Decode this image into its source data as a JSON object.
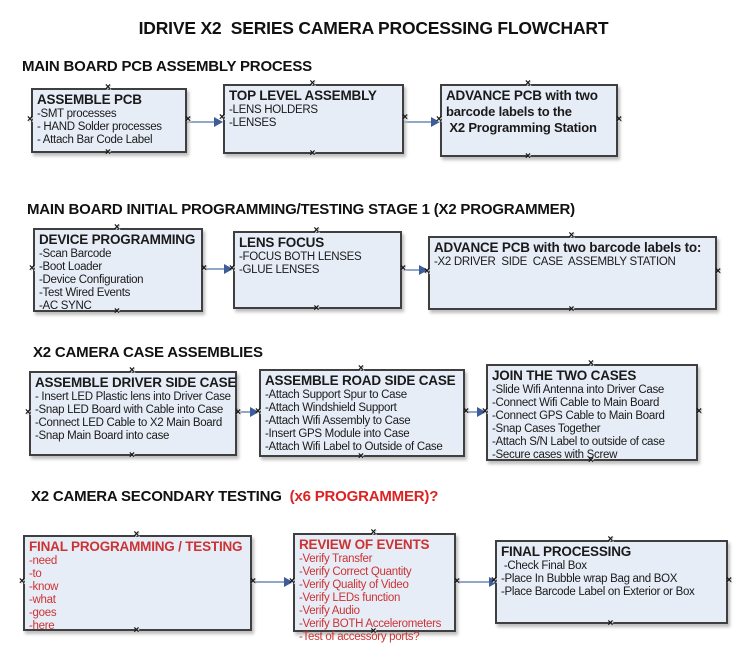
{
  "title": "IDRIVE X2  SERIES CAMERA PROCESSING FLOWCHART",
  "colors": {
    "box_fill": "#e7edf7",
    "box_border": "#3f3f3f",
    "black_text": "#1a1a1a",
    "red_text": "#cc3333",
    "heading_red": "#dd2222",
    "arrow_line": "#92a6c9",
    "arrow_head": "#3d5c98"
  },
  "icons": {
    "connection_handle": "×"
  },
  "sections": [
    {
      "heading": "MAIN BOARD PCB ASSEMBLY PROCESS",
      "boxes": [
        {
          "title": "ASSEMBLE PCB",
          "lines": [
            "-SMT processes",
            "- HAND Solder processes",
            "- Attach Bar Code Label"
          ]
        },
        {
          "title": "TOP LEVEL ASSEMBLY",
          "lines": [
            "-LENS HOLDERS",
            "-LENSES"
          ]
        },
        {
          "title": "ADVANCE PCB with two",
          "lines": [
            "barcode labels to the",
            " X2 Programming Station"
          ]
        }
      ]
    },
    {
      "heading": "MAIN BOARD INITIAL PROGRAMMING/TESTING STAGE 1 (X2 PROGRAMMER)",
      "boxes": [
        {
          "title": "DEVICE PROGRAMMING",
          "lines": [
            "-Scan Barcode",
            "-Boot Loader",
            "-Device Configuration",
            "-Test Wired Events",
            "-AC SYNC"
          ]
        },
        {
          "title": "LENS FOCUS",
          "lines": [
            "-FOCUS BOTH LENSES",
            "-GLUE LENSES"
          ]
        },
        {
          "title": "ADVANCE PCB with two barcode labels to:",
          "lines": [
            "-X2 DRIVER  SIDE  CASE  ASSEMBLY STATION"
          ]
        }
      ]
    },
    {
      "heading": "X2 CAMERA CASE ASSEMBLIES",
      "boxes": [
        {
          "title": "ASSEMBLE DRIVER SIDE CASE",
          "lines": [
            "- Insert LED Plastic lens into Driver Case",
            "-Snap LED Board with Cable into Case",
            "-Connect LED Cable to X2 Main Board",
            "-Snap Main Board into case"
          ]
        },
        {
          "title": "ASSEMBLE ROAD SIDE CASE",
          "lines": [
            "-Attach Support Spur to Case",
            "-Attach Windshield Support",
            "-Attach Wifi Assembly to Case",
            "-Insert GPS Module into Case",
            "-Attach Wifi Label to Outside of Case"
          ]
        },
        {
          "title": "JOIN THE TWO CASES",
          "lines": [
            "-Slide Wifi Antenna into Driver Case",
            "-Connect Wifi Cable to Main Board",
            "-Connect GPS Cable to Main Board",
            "-Snap Cases Together",
            "-Attach S/N Label to outside of case",
            "-Secure cases with Screw"
          ]
        }
      ]
    },
    {
      "heading_black": "X2 CAMERA SECONDARY TESTING ",
      "heading_red": " (x6 PROGRAMMER)?",
      "boxes": [
        {
          "title": "FINAL PROGRAMMING / TESTING",
          "lines": [
            "-need",
            "-to",
            "-know",
            "-what",
            "-goes",
            "-here"
          ]
        },
        {
          "title": "REVIEW OF EVENTS",
          "lines": [
            "-Verify Transfer",
            "-Verify Correct Quantity",
            "-Verify Quality of Video",
            "-Verify LEDs function",
            "-Verify Audio",
            "-Verify BOTH Accelerometers",
            "-Test of accessory ports?"
          ]
        },
        {
          "title": "FINAL PROCESSING",
          "lines": [
            " -Check Final Box",
            "-Place In Bubble wrap Bag and BOX",
            "-Place Barcode Label on Exterior or Box"
          ]
        }
      ]
    }
  ]
}
